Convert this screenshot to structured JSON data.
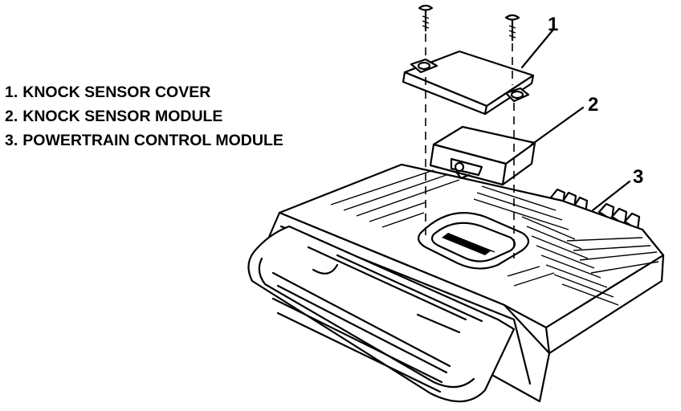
{
  "legend": {
    "items": [
      {
        "number": "1.",
        "label": "KNOCK SENSOR COVER"
      },
      {
        "number": "2.",
        "label": "KNOCK SENSOR MODULE"
      },
      {
        "number": "3.",
        "label": "POWERTRAIN CONTROL MODULE"
      }
    ]
  },
  "callouts": [
    "1",
    "2",
    "3"
  ]
}
